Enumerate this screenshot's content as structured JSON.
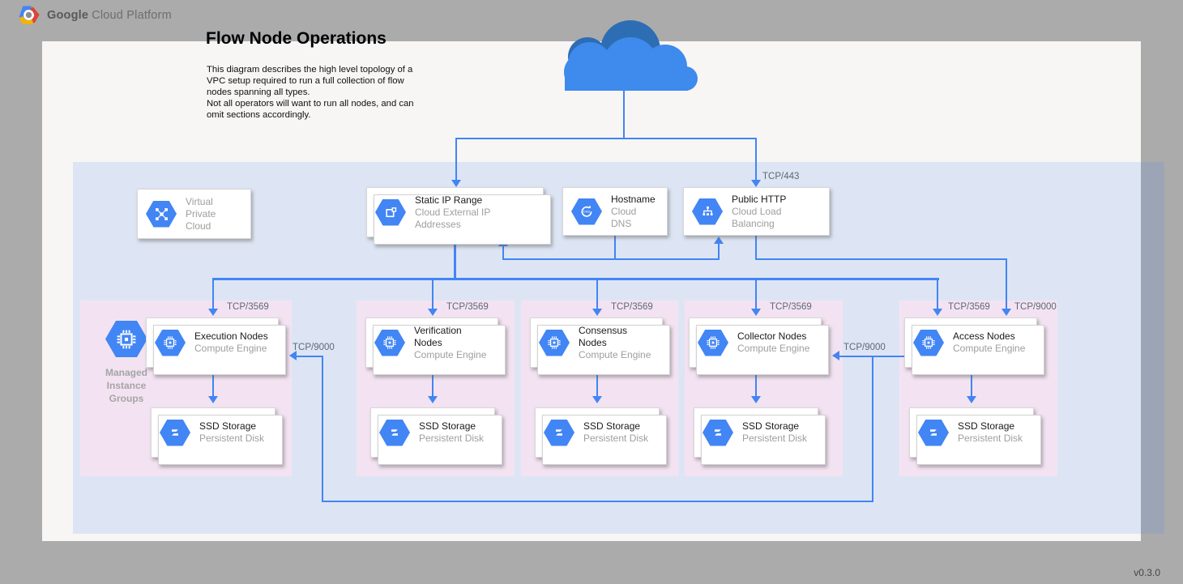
{
  "header": {
    "brand_bold": "Google",
    "brand_rest": "Cloud Platform"
  },
  "title": "Flow Node Operations",
  "description": {
    "lines": [
      "This diagram describes the high level topology of a",
      "VPC setup required to run a full collection of flow",
      "nodes spanning all types.",
      "Not all operators will want to run all nodes, and can",
      "omit sections accordingly."
    ]
  },
  "version": "v0.3.0",
  "ports": {
    "https": "TCP/443",
    "flow": "TCP/3569",
    "access": "TCP/9000"
  },
  "cards": {
    "vpc": {
      "title": "Virtual",
      "subtitle": "Private Cloud"
    },
    "static_ip": {
      "title": "Static IP Range",
      "subtitle": "Cloud External IP Addresses"
    },
    "hostname": {
      "title": "Hostname",
      "subtitle": "Cloud DNS"
    },
    "public_http": {
      "title": "Public HTTP",
      "subtitle": "Cloud Load Balancing"
    }
  },
  "mig": {
    "lines": [
      "Managed",
      "Instance",
      "Groups"
    ]
  },
  "sections": [
    {
      "name": "execution",
      "node_title": "Execution Nodes",
      "node_subtitle": "Compute Engine",
      "ssd_title": "SSD Storage",
      "ssd_subtitle": "Persistent Disk"
    },
    {
      "name": "verification",
      "node_title": "Verification Nodes",
      "node_subtitle": "Compute Engine",
      "ssd_title": "SSD Storage",
      "ssd_subtitle": "Persistent Disk"
    },
    {
      "name": "consensus",
      "node_title": "Consensus Nodes",
      "node_subtitle": "Compute Engine",
      "ssd_title": "SSD Storage",
      "ssd_subtitle": "Persistent Disk"
    },
    {
      "name": "collector",
      "node_title": "Collector Nodes",
      "node_subtitle": "Compute Engine",
      "ssd_title": "SSD Storage",
      "ssd_subtitle": "Persistent Disk"
    },
    {
      "name": "access",
      "node_title": "Access Nodes",
      "node_subtitle": "Compute Engine",
      "ssd_title": "SSD Storage",
      "ssd_subtitle": "Persistent Disk"
    }
  ],
  "colors": {
    "arrow_blue": "#4285f4",
    "hexagon_blue": "#4285f4",
    "cloud_blue": "#3f8aed",
    "cloud_dark_blue": "#2d6db4",
    "vpc_region_blue": "#ddeafa",
    "group_pink": "#f3e3f2",
    "canvas_gray": "#ababab",
    "page_white": "#f7f6f5"
  }
}
